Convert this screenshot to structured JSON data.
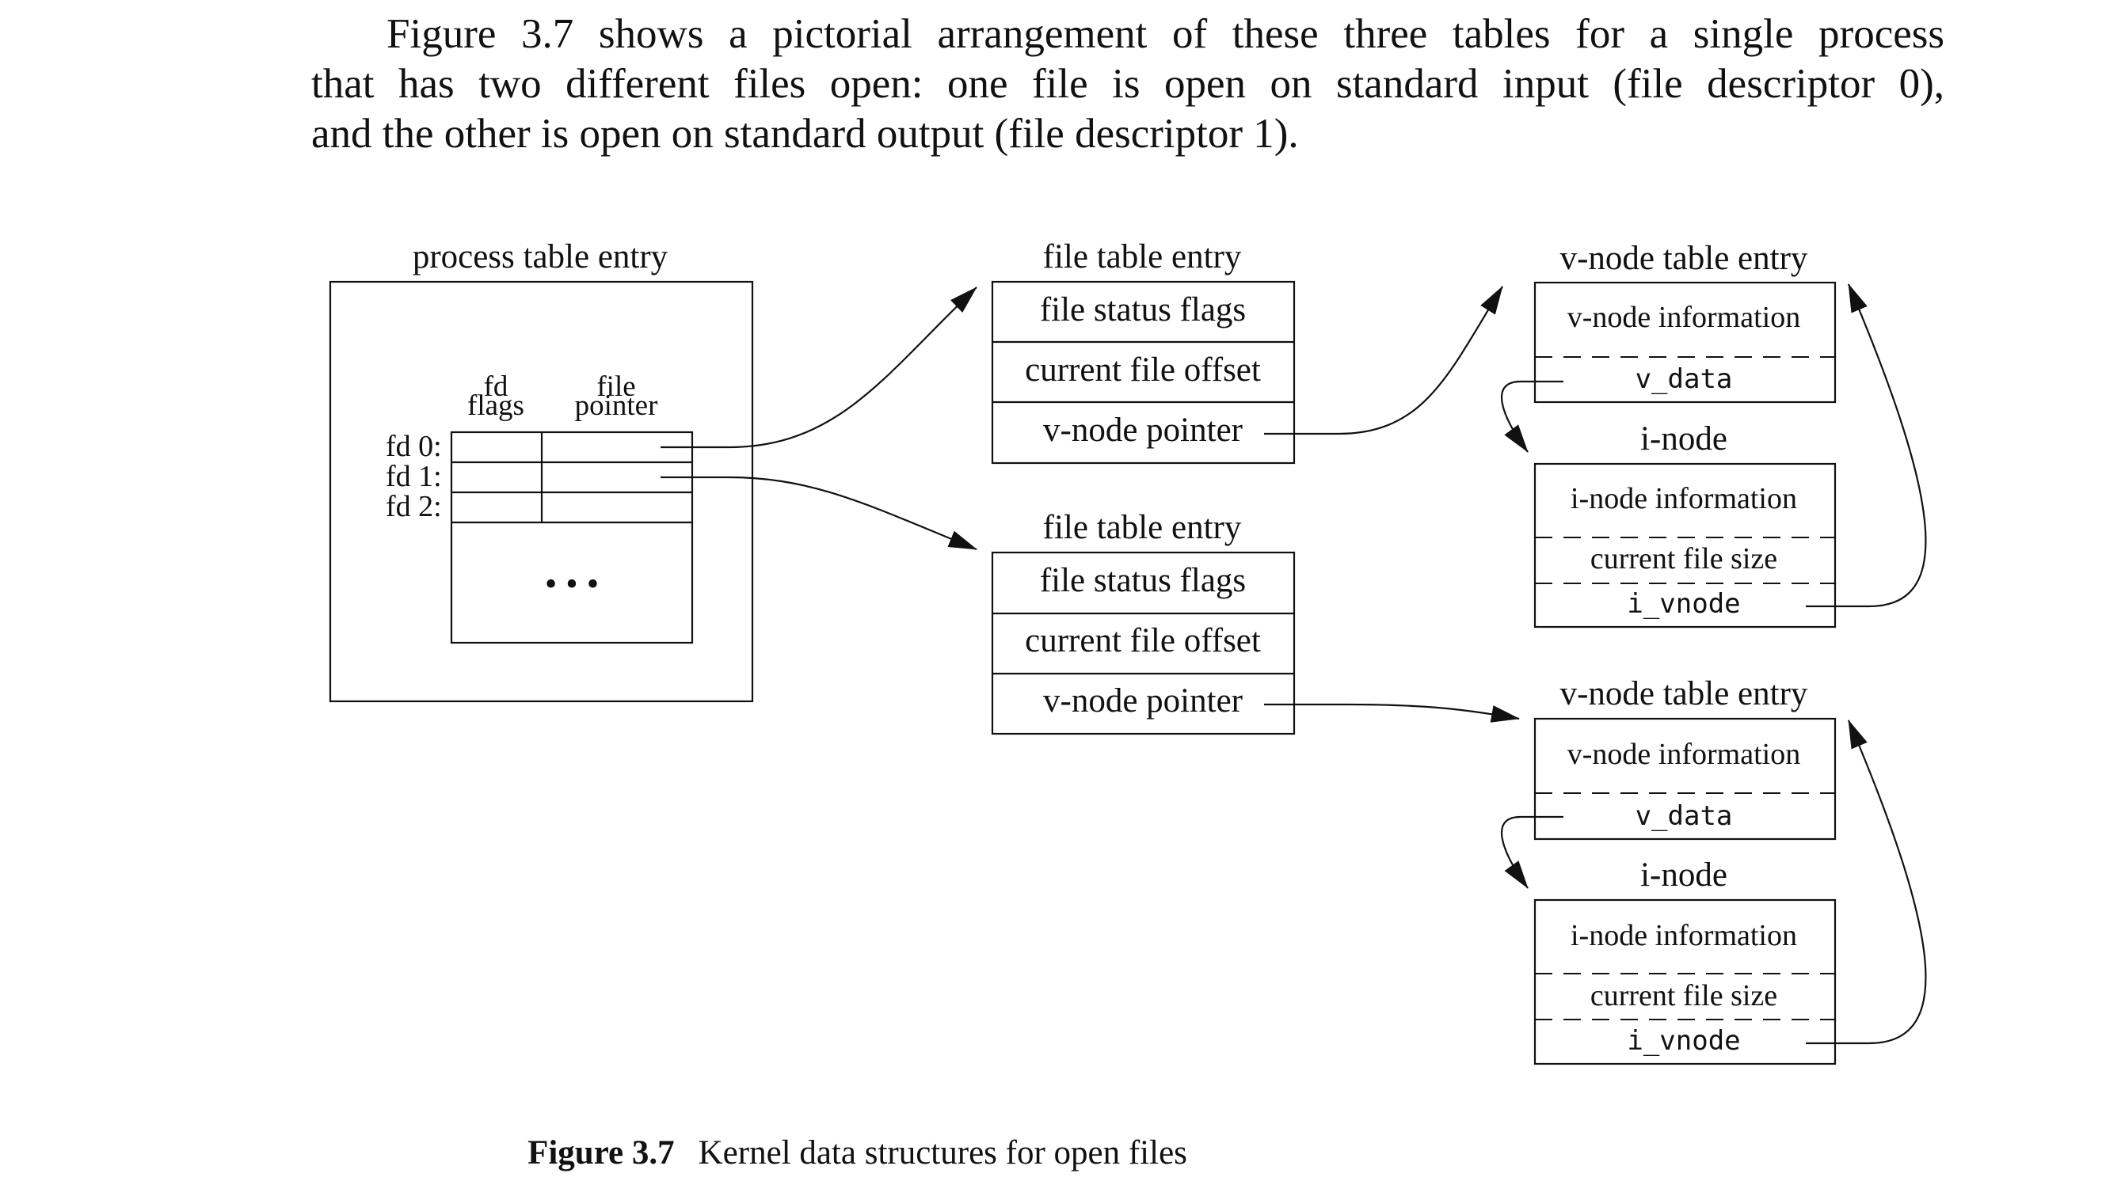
{
  "paragraph": {
    "line1": "Figure 3.7 shows a pictorial arrangement of these three tables for a single process",
    "line2": "that has two different files open: one file is open on standard input (file descriptor 0),",
    "line3": "and the other is open on standard output (file descriptor 1)."
  },
  "process": {
    "title": "process table entry",
    "col_fd": "fd",
    "col_flags": "flags",
    "col_file": "file",
    "col_pointer": "pointer",
    "fd0": "fd 0:",
    "fd1": "fd 1:",
    "fd2": "fd 2:",
    "ellipsis": "• • •"
  },
  "file_tables": [
    {
      "title": "file table entry",
      "row1": "file status flags",
      "row2": "current file offset",
      "row3": "v-node pointer"
    },
    {
      "title": "file table entry",
      "row1": "file status flags",
      "row2": "current file offset",
      "row3": "v-node pointer"
    }
  ],
  "vnode_tables": [
    {
      "title": "v-node table entry",
      "info": "v-node information",
      "v_data": "v_data",
      "inode_title": "i-node",
      "inode_info": "i-node information",
      "size": "current file size",
      "i_vnode": "i_vnode"
    },
    {
      "title": "v-node table entry",
      "info": "v-node information",
      "v_data": "v_data",
      "inode_title": "i-node",
      "inode_info": "i-node information",
      "size": "current file size",
      "i_vnode": "i_vnode"
    }
  ],
  "caption": {
    "label": "Figure 3.7",
    "text": "Kernel data structures for open files"
  }
}
